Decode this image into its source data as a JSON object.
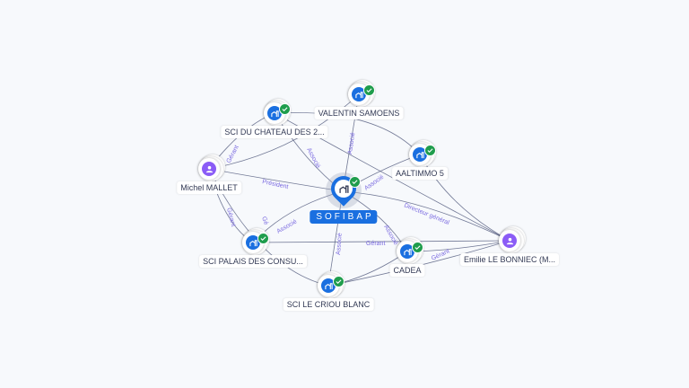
{
  "main_entity": {
    "label": "SOFIBAP",
    "icon": "building-icon",
    "verified": true
  },
  "nodes": [
    {
      "label": "SCI DU CHATEAU DES 2...",
      "type": "company"
    },
    {
      "label": "VALENTIN SAMOENS",
      "type": "company"
    },
    {
      "label": "AALTIMMO 5",
      "type": "company"
    },
    {
      "label": "Michel MALLET",
      "type": "person"
    },
    {
      "label": "SCI PALAIS DES CONSU...",
      "type": "company"
    },
    {
      "label": "SCI LE CRIOU BLANC",
      "type": "company"
    },
    {
      "label": "CADEA",
      "type": "company"
    },
    {
      "label": "Emilie LE BONNIEC (M...",
      "type": "person"
    }
  ],
  "edge_labels": {
    "president": "Président",
    "associe_chateau": "Associé",
    "associe_valentin": "Associé",
    "associe_aaltimmo": "Associé",
    "associe_palais": "Associé",
    "associe_criou": "Associé",
    "associe_cadea": "Associé",
    "directeur": "Directeur général",
    "gerant_chateau": "Gérant",
    "gerant_palais": "Gérant",
    "gerant_michel_palais2": "Gé",
    "gerant_cadea_palais": "Gérant",
    "gerant_emilie_cadea": "Gérant"
  },
  "colors": {
    "company": "#1a6fe0",
    "person": "#8b5cf6",
    "verified": "#1f9d4c",
    "edge_label": "#7b6be0"
  }
}
